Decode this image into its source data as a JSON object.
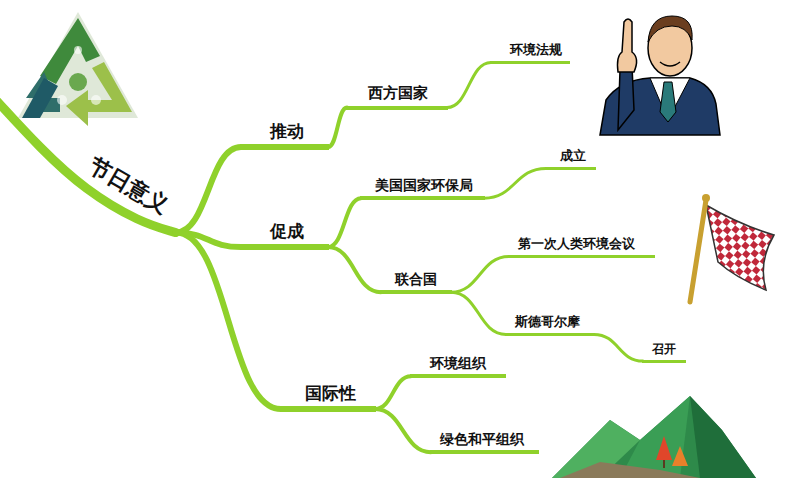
{
  "diagram": {
    "nodes": [
      {
        "text": [
          "节日意义"
        ]
      },
      {
        "text": [
          "推动"
        ]
      },
      {
        "text": [
          "西方国家"
        ]
      },
      {
        "text": [
          "环境法规"
        ]
      },
      {
        "text": [
          "促成"
        ]
      },
      {
        "text": [
          "美国国家环保局"
        ]
      },
      {
        "text": [
          "成立"
        ]
      },
      {
        "text": [
          "联合国"
        ]
      },
      {
        "text": [
          "第一次人类环境会议"
        ]
      },
      {
        "text": [
          "斯德哥尔摩"
        ]
      },
      {
        "text": [
          "召开"
        ]
      },
      {
        "text": [
          "国际性"
        ]
      },
      {
        "text": [
          "环境组织"
        ]
      },
      {
        "text": [
          "绿色和平组织"
        ]
      }
    ],
    "edges": [
      {
        "from": 0,
        "to": 1,
        "arrow": "none"
      },
      {
        "from": 1,
        "to": 2,
        "arrow": "none"
      },
      {
        "from": 2,
        "to": 3,
        "arrow": "none"
      },
      {
        "from": 0,
        "to": 4,
        "arrow": "none"
      },
      {
        "from": 4,
        "to": 5,
        "arrow": "none"
      },
      {
        "from": 5,
        "to": 6,
        "arrow": "none"
      },
      {
        "from": 4,
        "to": 7,
        "arrow": "none"
      },
      {
        "from": 7,
        "to": 8,
        "arrow": "none"
      },
      {
        "from": 7,
        "to": 9,
        "arrow": "none"
      },
      {
        "from": 9,
        "to": 10,
        "arrow": "none"
      },
      {
        "from": 0,
        "to": 11,
        "arrow": "none"
      },
      {
        "from": 11,
        "to": 12,
        "arrow": "none"
      },
      {
        "from": 11,
        "to": 13,
        "arrow": "none"
      }
    ],
    "labels": [
      "eco",
      "eco",
      "eco"
    ]
  }
}
